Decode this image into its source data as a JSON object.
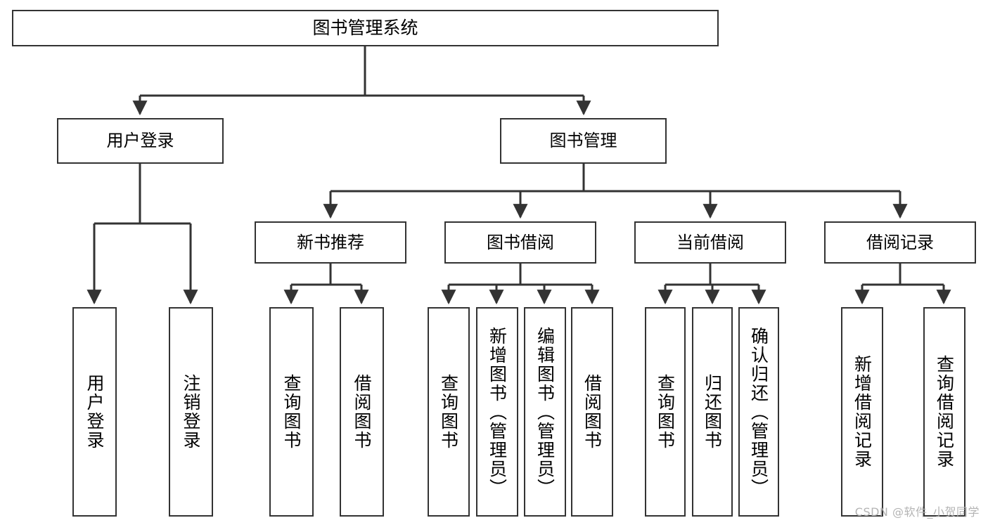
{
  "diagram": {
    "type": "tree-hierarchy",
    "root": {
      "id": "root",
      "label": "图书管理系统"
    },
    "level2": [
      {
        "id": "user-login",
        "label": "用户登录"
      },
      {
        "id": "book-manage",
        "label": "图书管理"
      }
    ],
    "level3": [
      {
        "id": "new-book-recommend",
        "label": "新书推荐",
        "parent": "book-manage"
      },
      {
        "id": "book-borrow",
        "label": "图书借阅",
        "parent": "book-manage"
      },
      {
        "id": "current-borrow",
        "label": "当前借阅",
        "parent": "book-manage"
      },
      {
        "id": "borrow-record",
        "label": "借阅记录",
        "parent": "book-manage"
      }
    ],
    "leaves": {
      "user-login": [
        {
          "id": "leaf-user-login",
          "label": "用户登录"
        },
        {
          "id": "leaf-logout-login",
          "label": "注销登录"
        }
      ],
      "new-book-recommend": [
        {
          "id": "leaf-query-book-1",
          "label": "查询图书"
        },
        {
          "id": "leaf-borrow-book-1",
          "label": "借阅图书"
        }
      ],
      "book-borrow": [
        {
          "id": "leaf-query-book-2",
          "label": "查询图书"
        },
        {
          "id": "leaf-add-book",
          "label": "新增图书（管理员）"
        },
        {
          "id": "leaf-edit-book",
          "label": "编辑图书（管理员）"
        },
        {
          "id": "leaf-borrow-book-2",
          "label": "借阅图书"
        }
      ],
      "current-borrow": [
        {
          "id": "leaf-query-book-3",
          "label": "查询图书"
        },
        {
          "id": "leaf-return-book",
          "label": "归还图书"
        },
        {
          "id": "leaf-confirm-return",
          "label": "确认归还（管理员）"
        }
      ],
      "borrow-record": [
        {
          "id": "leaf-add-record",
          "label": "新增借阅记录"
        },
        {
          "id": "leaf-query-record",
          "label": "查询借阅记录"
        }
      ]
    }
  },
  "watermark": {
    "text": "CSDN @软件_小贺同学"
  },
  "colors": {
    "stroke": "#333333",
    "background": "#ffffff",
    "text": "#000000",
    "watermark": "#b4b4b4"
  }
}
